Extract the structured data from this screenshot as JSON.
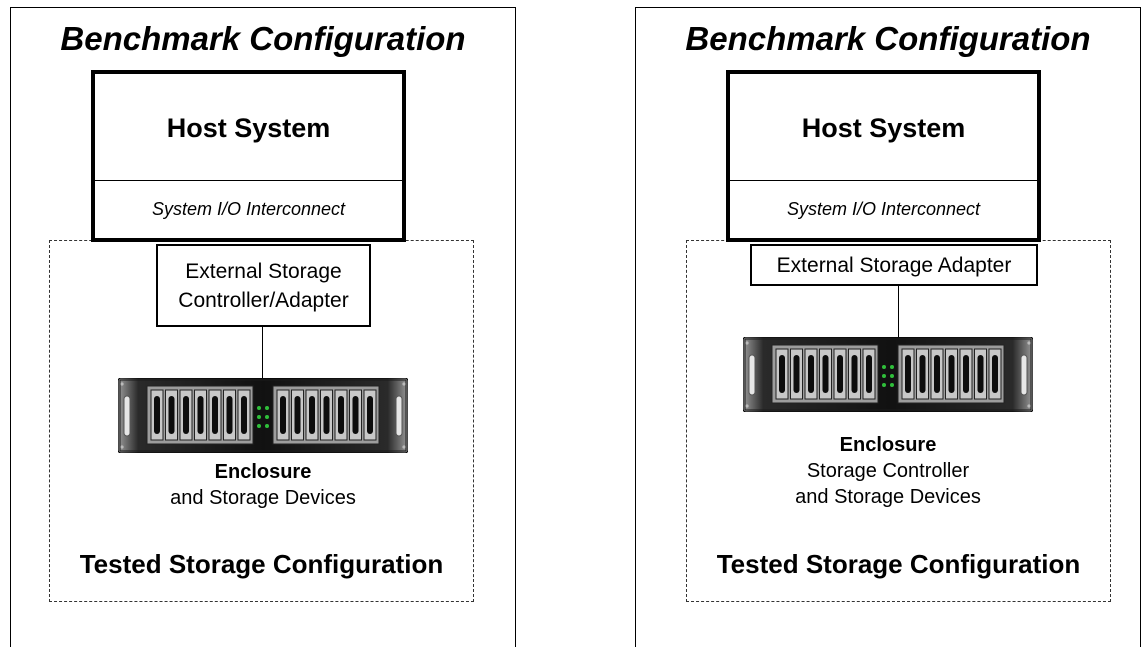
{
  "left": {
    "bench_title": "Benchmark Configuration",
    "host_title": "Host System",
    "host_sub": "System I/O Interconnect",
    "adapter_lines": [
      "External Storage",
      "Controller/Adapter"
    ],
    "enclosure_label_bold": "Enclosure",
    "enclosure_label_lines": [
      "and Storage Devices"
    ],
    "tsc_title": "Tested Storage Configuration"
  },
  "right": {
    "bench_title": "Benchmark Configuration",
    "host_title": "Host System",
    "host_sub": "System I/O Interconnect",
    "adapter_lines": [
      "External Storage Adapter"
    ],
    "enclosure_label_bold": "Enclosure",
    "enclosure_label_lines": [
      "Storage Controller",
      "and Storage Devices"
    ],
    "tsc_title": "Tested Storage Configuration"
  },
  "colors": {
    "led": "#2fbf3a",
    "enclosure_body": "#1a1a1a"
  }
}
